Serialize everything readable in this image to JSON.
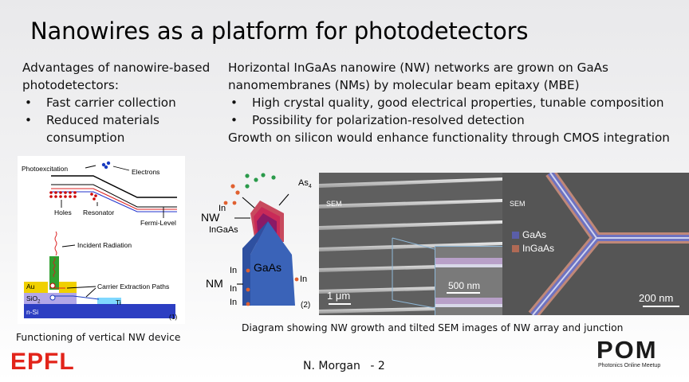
{
  "slide": {
    "title": "Nanowires as a platform for photodetectors",
    "left": {
      "intro": "Advantages of nanowire-based photodetectors:",
      "bullets": [
        "Fast carrier collection",
        "Reduced materials consumption"
      ]
    },
    "right": {
      "intro": "Horizontal InGaAs nanowire (NW) networks are grown on GaAs nanomembranes (NMs) by molecular beam epitaxy (MBE)",
      "bullets": [
        "High crystal quality, good electrical properties, tunable composition",
        "Possibility for polarization-resolved detection"
      ],
      "closing": "Growth on silicon would enhance functionality through CMOS integration"
    },
    "vertical_device": {
      "labels": {
        "photoexcitation": "Photoexcitation",
        "electrons": "Electrons",
        "holes": "Holes",
        "resonator": "Resonator",
        "fermi": "Fermi-Level",
        "incident": "Incident Radiation",
        "carrier": "Carrier Extraction Paths",
        "au": "Au",
        "sio2": "SiO",
        "sio2_sub": "2",
        "ti": "Ti",
        "nsi": "n-Si",
        "ref": "(1)"
      },
      "caption": "Functioning of vertical NW device"
    },
    "growth_diagram": {
      "labels": {
        "in1": "In",
        "as4": "As",
        "as4_sub": "4",
        "nw": "NW",
        "ingaas": "InGaAs",
        "gaas": "GaAs",
        "in2": "In",
        "in3": "In",
        "nm": "NM",
        "in4": "In",
        "in5": "In",
        "ref": "(2)"
      }
    },
    "sem": {
      "left_label": "SEM",
      "inset_scale": "500 nm",
      "left_scale": "1 μm",
      "right_label": "SEM",
      "legend": [
        "GaAs",
        "InGaAs"
      ],
      "right_scale": "200 nm",
      "colors": {
        "gaas": "#5a5ea8",
        "ingaas": "#b06a55"
      }
    },
    "diagram_caption": "Diagram showing NW growth and tilted SEM images of NW array and junction",
    "footer": {
      "logo": "EPFL",
      "presenter": "N. Morgan",
      "separator": "-",
      "page": "2",
      "pom_logo": "POM",
      "pom_subtitle": "Photonics Online Meetup"
    }
  }
}
